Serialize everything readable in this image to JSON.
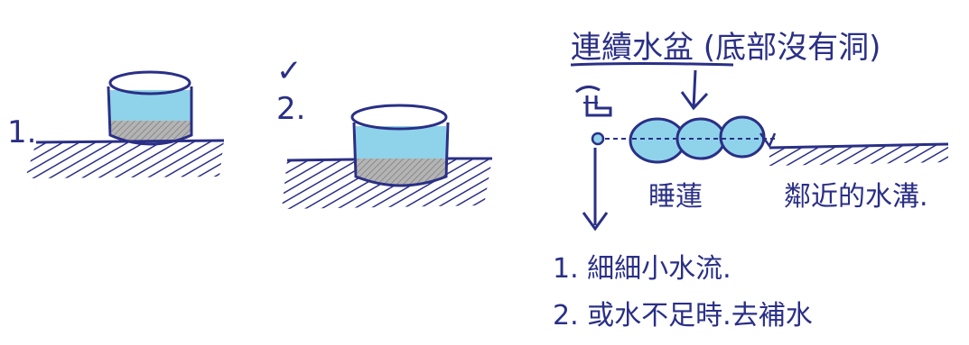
{
  "sketch_1": {
    "label": "1."
  },
  "sketch_2": {
    "check": "✓",
    "label": "2."
  },
  "water_bowl_diagram": {
    "title": "連續水盆 (底部沒有洞)",
    "lotus_label": "睡蓮",
    "drain_label": "鄰近的水溝.",
    "notes": [
      "1. 細細小水流.",
      "2. 或水不足時.去補水"
    ]
  },
  "colors": {
    "ink": "#2a2f86",
    "water": "#8fd3ea",
    "soil": "#9a9a9a"
  }
}
